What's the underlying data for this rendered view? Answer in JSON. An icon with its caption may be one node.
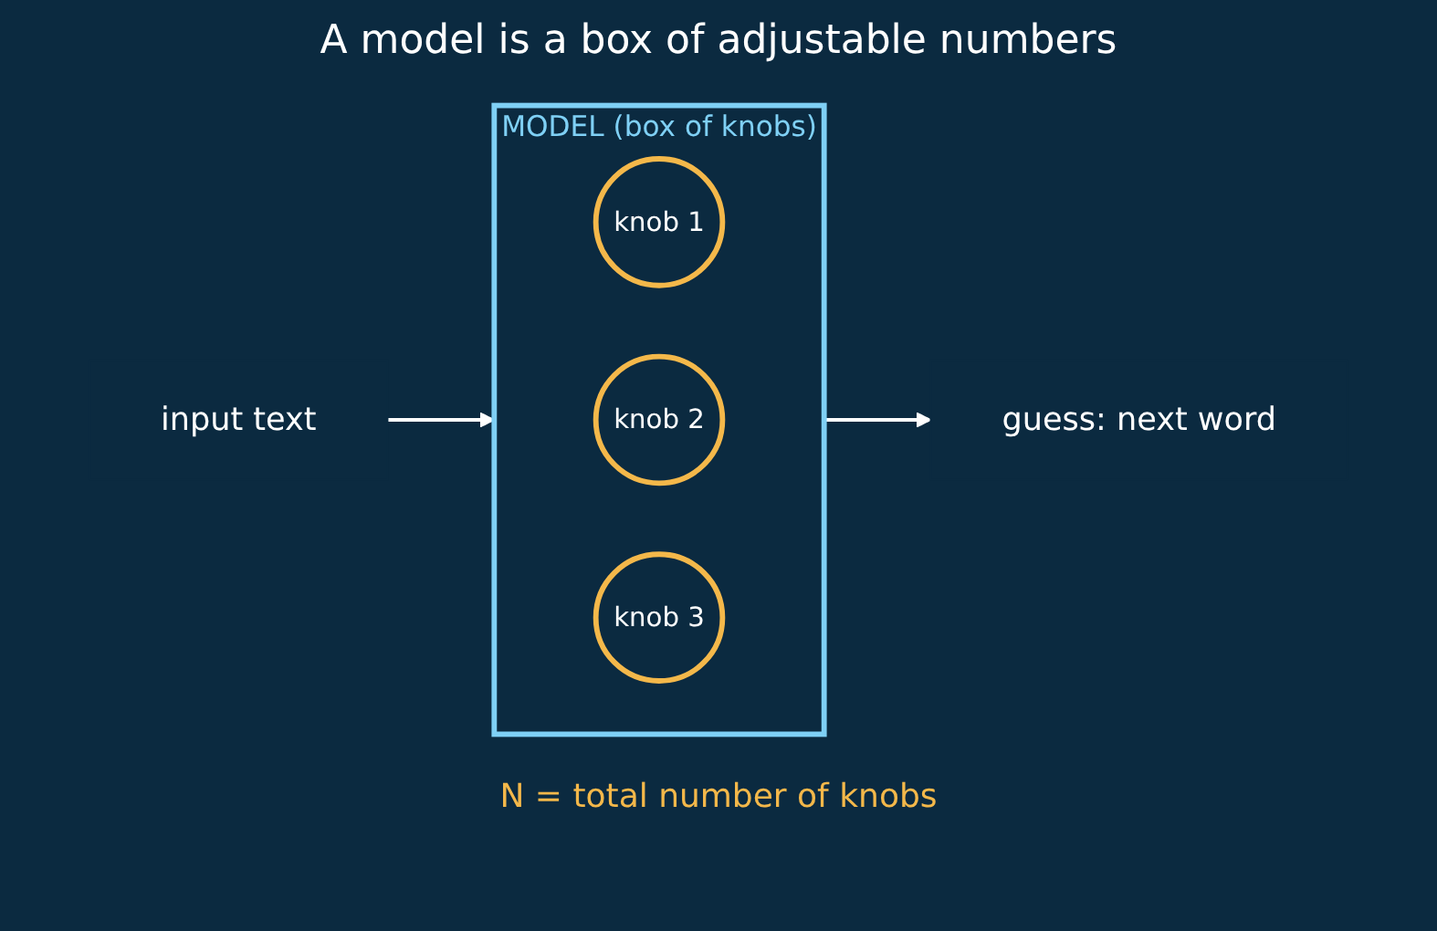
{
  "diagram": {
    "title": "A model is a box of adjustable numbers",
    "nodes": [
      {
        "text": [
          "input text"
        ]
      },
      {
        "text": [
          "MODEL (box of knobs)"
        ]
      },
      {
        "text": [
          "knob 1"
        ],
        "in": 1
      },
      {
        "text": [
          "knob 2"
        ],
        "in": 1
      },
      {
        "text": [
          "knob 3"
        ],
        "in": 1
      },
      {
        "text": [
          "guess: next word"
        ]
      }
    ],
    "edges": [
      {
        "from": 0,
        "to": 1,
        "arrow": "to"
      },
      {
        "from": 1,
        "to": 5,
        "arrow": "to"
      }
    ],
    "labels": [
      "N = total number of knobs"
    ]
  }
}
